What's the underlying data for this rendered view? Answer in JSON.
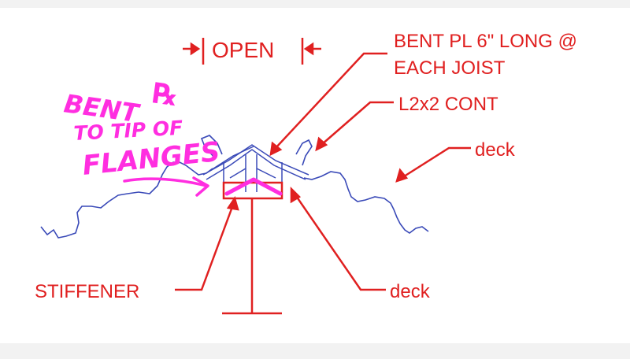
{
  "labels": {
    "open": "OPEN",
    "bent_pl_line1": "BENT PL 6\" LONG @",
    "bent_pl_line2": "EACH JOIST",
    "l2x2": "L2x2 CONT",
    "deck_upper": "deck",
    "stiffener": "STIFFENER",
    "deck_lower": "deck"
  },
  "handwritten_note": {
    "line1": "BENT",
    "line1_symbol": "℞",
    "line2": "TO TIP OF",
    "line3": "FLANGES"
  },
  "colors": {
    "annotation": "#e02020",
    "handwriting": "#ff2ee0",
    "drawing": "#3a4ab8",
    "background": "#ffffff"
  }
}
